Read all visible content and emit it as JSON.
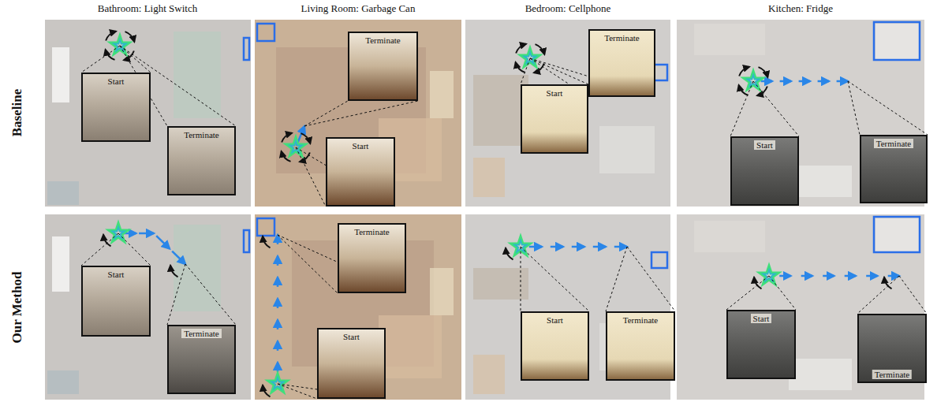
{
  "diagram": {
    "nodes": [
      {
        "text": [
          "Start"
        ]
      },
      {
        "text": [
          "Terminate"
        ]
      },
      {
        "text": [
          "Terminate"
        ]
      },
      {
        "text": [
          "Start"
        ]
      },
      {
        "text": [
          "Terminate"
        ]
      },
      {
        "text": [
          "Start"
        ]
      },
      {
        "text": [
          "Start"
        ]
      },
      {
        "text": [
          "Terminate"
        ]
      },
      {
        "text": [
          "Start"
        ]
      },
      {
        "text": [
          "Terminate"
        ]
      },
      {
        "text": [
          "Terminate"
        ]
      },
      {
        "text": [
          "Start"
        ]
      },
      {
        "text": [
          "Start"
        ]
      },
      {
        "text": [
          "Terminate"
        ]
      },
      {
        "text": [
          "Start"
        ]
      },
      {
        "text": [
          "Terminate"
        ]
      }
    ],
    "labels": [
      "Bathroom: Light Switch",
      "Living Room: Garbage Can",
      "Bedroom: Cellphone",
      "Kitchen: Fridge",
      "Baseline",
      "Our Method"
    ]
  }
}
